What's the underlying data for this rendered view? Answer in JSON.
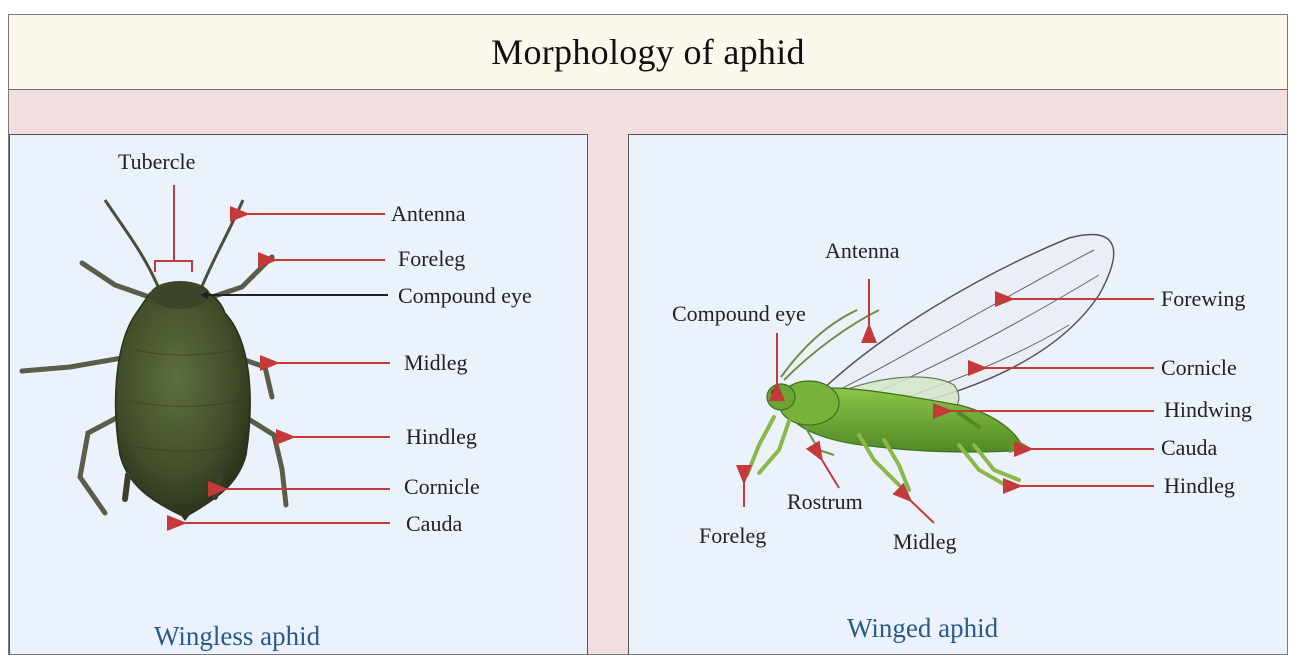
{
  "title": "Morphology of aphid",
  "colors": {
    "arrow": "#c43a3a",
    "caption": "#2a5a8c",
    "panel": "#ecf2fb",
    "frame": "#f2dede",
    "title_bg": "#fcf9ec"
  },
  "wingless": {
    "caption": "Wingless aphid",
    "labels": {
      "tubercle": "Tubercle",
      "antenna": "Antenna",
      "foreleg": "Foreleg",
      "compound_eye": "Compound eye",
      "midleg": "Midleg",
      "hindleg": "Hindleg",
      "cornicle": "Cornicle",
      "cauda": "Cauda"
    }
  },
  "winged": {
    "caption": "Winged aphid",
    "labels": {
      "antenna": "Antenna",
      "compound_eye": "Compound eye",
      "forewing": "Forewing",
      "cornicle": "Cornicle",
      "hindwing": "Hindwing",
      "cauda": "Cauda",
      "hindleg": "Hindleg",
      "rostrum": "Rostrum",
      "foreleg": "Foreleg",
      "midleg": "Midleg"
    }
  }
}
